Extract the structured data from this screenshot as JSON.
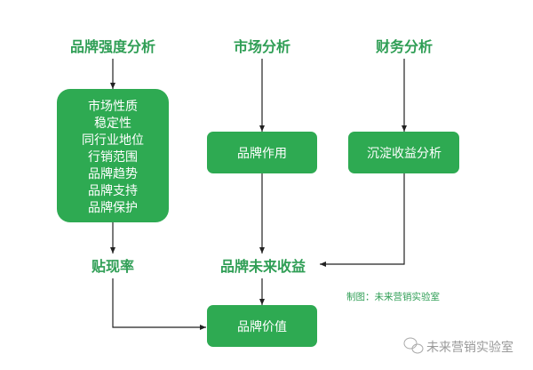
{
  "headers": {
    "brand_strength": "品牌强度分析",
    "market": "市场分析",
    "finance": "财务分析"
  },
  "strength_factors": [
    "市场性质",
    "稳定性",
    "同行业地位",
    "行销范围",
    "品牌趋势",
    "品牌支持",
    "品牌保护"
  ],
  "boxes": {
    "brand_role": "品牌作用",
    "retained_earnings": "沉淀收益分析",
    "brand_value": "品牌价值"
  },
  "labels": {
    "discount_rate": "贴现率",
    "future_earnings": "品牌未来收益"
  },
  "credit": "制图：未来营销实验室",
  "watermark": "未来营销实验室",
  "colors": {
    "box": "#2eaa52",
    "label": "#2f9e55"
  }
}
